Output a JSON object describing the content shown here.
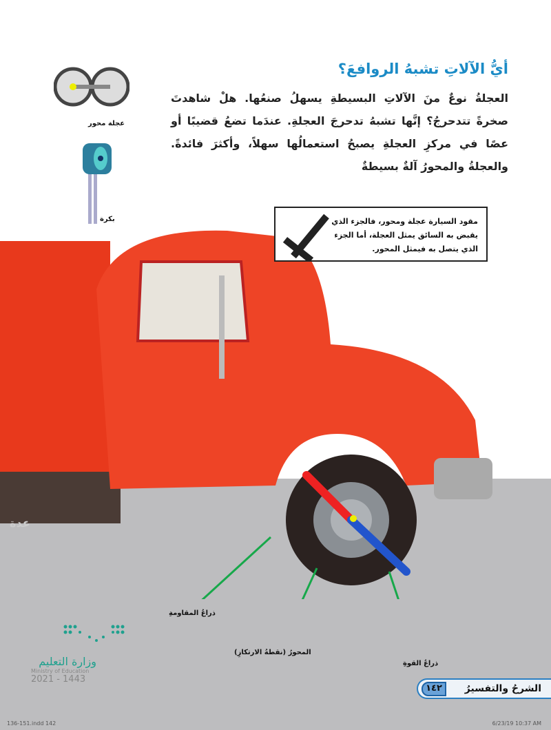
{
  "heading": "أيُّ الآلاتِ تشبهُ الروافعَ؟",
  "paragraph": "العجلةُ نوعٌ منَ الآلاتِ البسيطةِ يسهلُ صنعُها. هلْ شاهدتَ صخرةً تتدحرجُ؟ إنَّها تشبهُ تدحرجَ العجلةِ. عندَما تضعُ قضيبًا أو عصًا في مركزِ العجلةِ يصبحُ استعمالُها سهلاً، وأكثرَ فائدةً. والعجلةُ والمحورُ آلةٌ بسيطةٌ",
  "images": {
    "wheel_axle_label": "عجلة محور",
    "pulley_label": "بكرة",
    "toolbox_text": "عدة"
  },
  "callout": "مقود السيارة عجلة ومحور، فالجزء الذي يقبض به السائق يمثل العجلة، أما الجزء الذي يتصل به فيمثل المحور.",
  "diagram_labels": {
    "resistance_arm": "ذراعُ المقاومةِ",
    "axis": "المحورُ (نقطةُ الارتكازِ)",
    "force_arm": "ذراعُ القوةِ"
  },
  "logo": {
    "arabic": "وزارة التعليم",
    "english": "Ministry of Education",
    "year": "2021 - 1443"
  },
  "footer": {
    "section": "الشرحُ والتفسيرُ",
    "page": "١٤٢"
  },
  "slug": {
    "file": "136-151.indd 142",
    "date": "6/23/19 10:37 AM"
  }
}
